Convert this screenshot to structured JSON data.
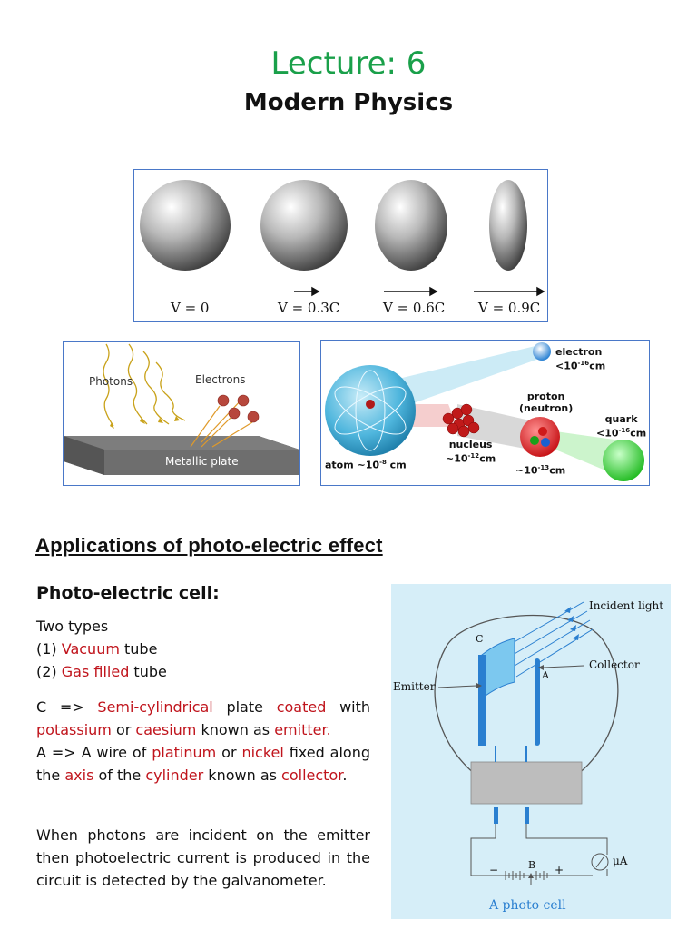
{
  "header": {
    "title": "Lecture: 6",
    "subtitle": "Modern Physics"
  },
  "relativity_figure": {
    "labels": [
      "V = 0",
      "V = 0.3C",
      "V = 0.6C",
      "V = 0.9C"
    ]
  },
  "photoelectric_figure": {
    "photons": "Photons",
    "electrons": "Electrons",
    "plate": "Metallic plate"
  },
  "atom_figure": {
    "electron": "electron",
    "electron_size": "<10",
    "electron_exp": "-16",
    "electron_unit": "cm",
    "proton": "proton",
    "neutron": "(neutron)",
    "quark": "quark",
    "quark_size": "<10",
    "quark_exp": "-16",
    "quark_unit": "cm",
    "nucleus": "nucleus",
    "nucleus_size": "~10",
    "nucleus_exp": "-12",
    "nucleus_unit": "cm",
    "proton_size": "~10",
    "proton_exp": "-13",
    "proton_unit": "cm",
    "atom": "atom ~10",
    "atom_exp": "-8",
    "atom_unit": " cm"
  },
  "section": {
    "heading": "Applications of photo-electric effect"
  },
  "cell": {
    "heading": "Photo-electric cell:",
    "types_intro": "Two types",
    "type1_num": "(1) ",
    "type1_red": "Vacuum",
    "type1_rest": " tube",
    "type2_num": "(2) ",
    "type2_red": "Gas filled",
    "type2_rest": " tube",
    "c_line": {
      "p1": "C => ",
      "r1": "Semi-cylindrical",
      "p2": " plate ",
      "r2": "coated",
      "p3": " with ",
      "r3": "potassium",
      "p4": " or ",
      "r4": "caesium",
      "p5": " known as ",
      "r5": "emitter."
    },
    "a_line": {
      "p1": "A => A wire of ",
      "r1": "platinum",
      "p2": " or ",
      "r2": "nickel",
      "p3": " fixed along the ",
      "r3": "axis",
      "p4": " of the ",
      "r4": "cylinder",
      "p5": " known as ",
      "r5": "collector",
      "p6": "."
    },
    "when_text": "When photons are incident on the emitter then photoelectric current is produced in the circuit is detected by the galvanometer."
  },
  "photocell_figure": {
    "incident_light": "Incident light",
    "c": "C",
    "collector": "Collector",
    "a": "A",
    "emitter": "Emitter",
    "minus": "−",
    "b": "B",
    "plus": "+",
    "meter": "μA",
    "caption": "A photo cell"
  },
  "colors": {
    "title": "#1aa04a",
    "highlight": "#c0141c",
    "panel_border": "#4a78c8",
    "photocell_bg": "#d6eef8"
  }
}
